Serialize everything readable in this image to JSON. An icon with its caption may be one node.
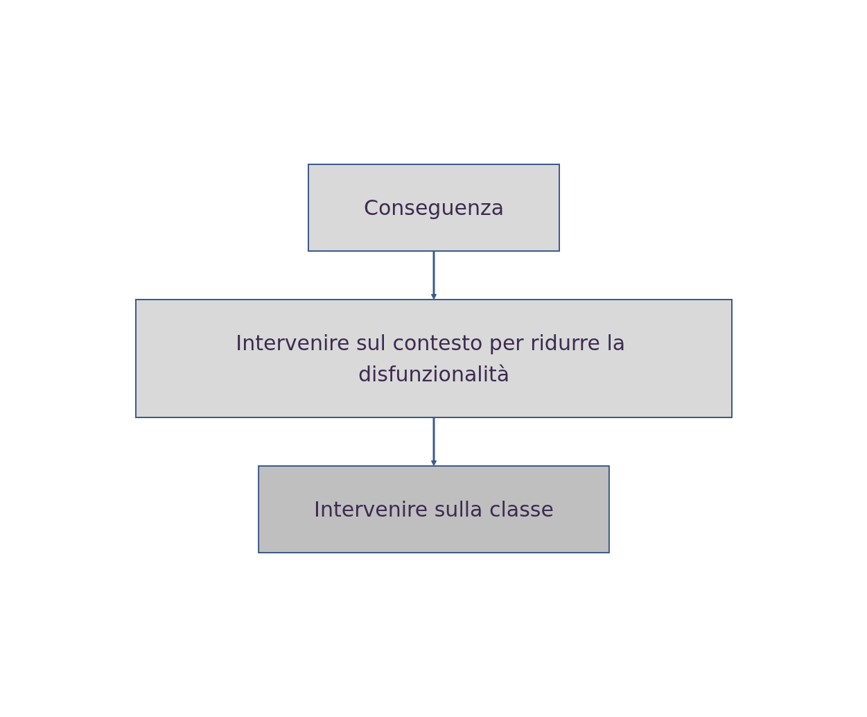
{
  "diagram": {
    "nodes": [
      {
        "text": [
          "Conseguenza"
        ]
      },
      {
        "text": [
          "Intervenire sul contesto per ridurre la disfunzionalità"
        ]
      },
      {
        "text": [
          "Intervenire sulla classe"
        ]
      }
    ],
    "edges": [
      {
        "from": 0,
        "to": 1,
        "arrow": "to"
      },
      {
        "from": 1,
        "to": 2,
        "arrow": "to"
      }
    ]
  }
}
